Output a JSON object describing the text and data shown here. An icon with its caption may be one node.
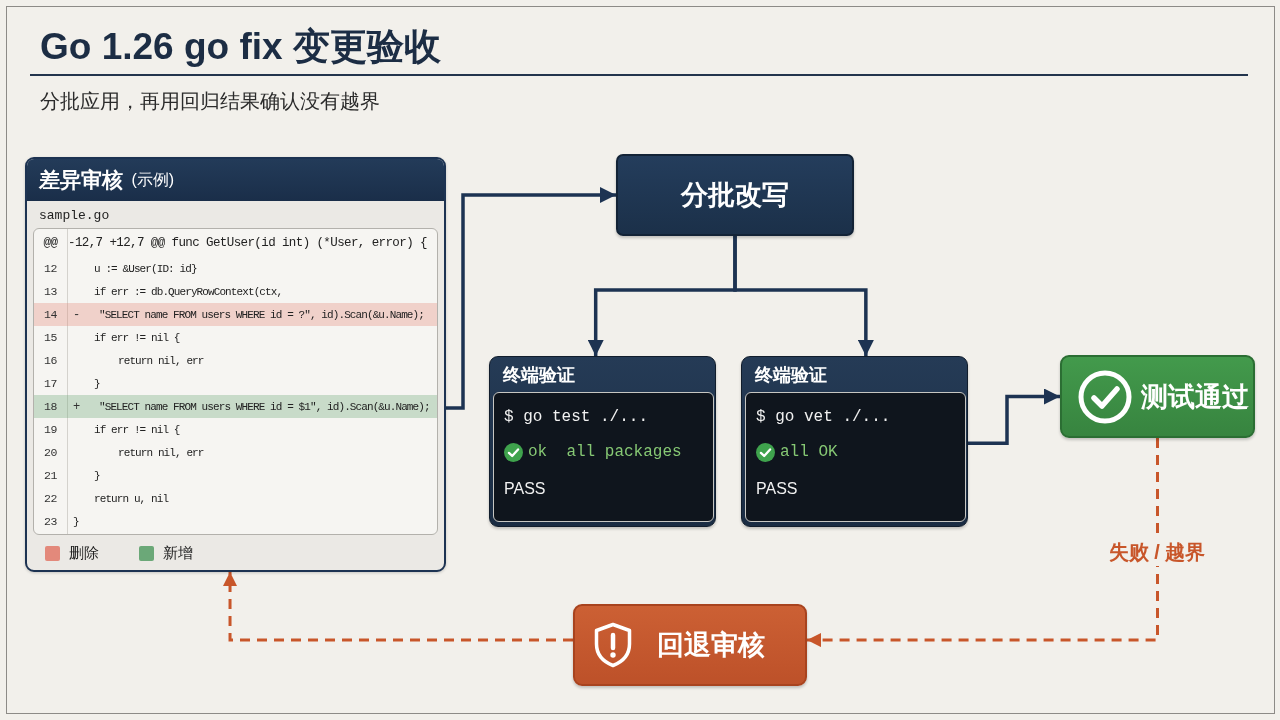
{
  "diagram": {
    "title": "Go 1.26 go fix 变更验收",
    "nodes": [
      {
        "text": [
          "**差异审核** (示例)",
          "sample.go"
        ]
      },
      {
        "text": [
          "@@",
          "-12,7 +12,7 @@ func GetUser(id int) (*User, error) {",
          "12",
          "u := &User(ID: id}",
          "13",
          "if err := db.QueryRowContext(ctx,",
          "14",
          "-",
          "\"SELECT name FROM users WHERE id = ?\", id).Scan(&u.Name);",
          "15",
          "if err != nil {",
          "16",
          "return nil, err",
          "17",
          "}",
          "18",
          "+",
          "\"SELECT name FROM users WHERE id = $1\", id).Scan(&u.Name);",
          "19",
          "if err != nil {",
          "20",
          "return nil, err",
          "21",
          "}",
          "22",
          "return u, nil",
          "23",
          "}"
        ],
        "in": 0
      },
      {
        "text": [
          "分批改写"
        ]
      },
      {
        "text": [
          "终端验证"
        ]
      },
      {
        "text": [
          "$ go test ./...",
          "ok  all packages",
          "PASS"
        ],
        "in": 3
      },
      {
        "text": [
          "终端验证"
        ]
      },
      {
        "text": [
          "$ go vet ./...",
          "all OK",
          "PASS"
        ],
        "in": 5
      },
      {
        "text": [
          "测试通过"
        ]
      },
      {
        "text": [
          "回退审核"
        ]
      }
    ],
    "edges": [
      {
        "from": 0,
        "to": 2,
        "arrow": "to"
      },
      {
        "from": 2,
        "to": 3,
        "arrow": "to"
      },
      {
        "from": 2,
        "to": 5,
        "arrow": "to"
      },
      {
        "from": 5,
        "to": 7,
        "arrow": "to"
      },
      {
        "from": 7,
        "to": 8,
        "arrow": "to",
        "label": "失败 / 越界",
        "style": "dashed",
        "color": "#c8562a"
      },
      {
        "from": 8,
        "to": 0,
        "arrow": "to",
        "style": "dashed",
        "color": "#c8562a"
      }
    ],
    "labels": [
      "分批应用，再用回归结果确认没有越界"
    ],
    "legend": [
      {
        "text": "删除",
        "color": "#e3897b"
      },
      {
        "text": "新增",
        "color": "#6ba878"
      }
    ]
  }
}
